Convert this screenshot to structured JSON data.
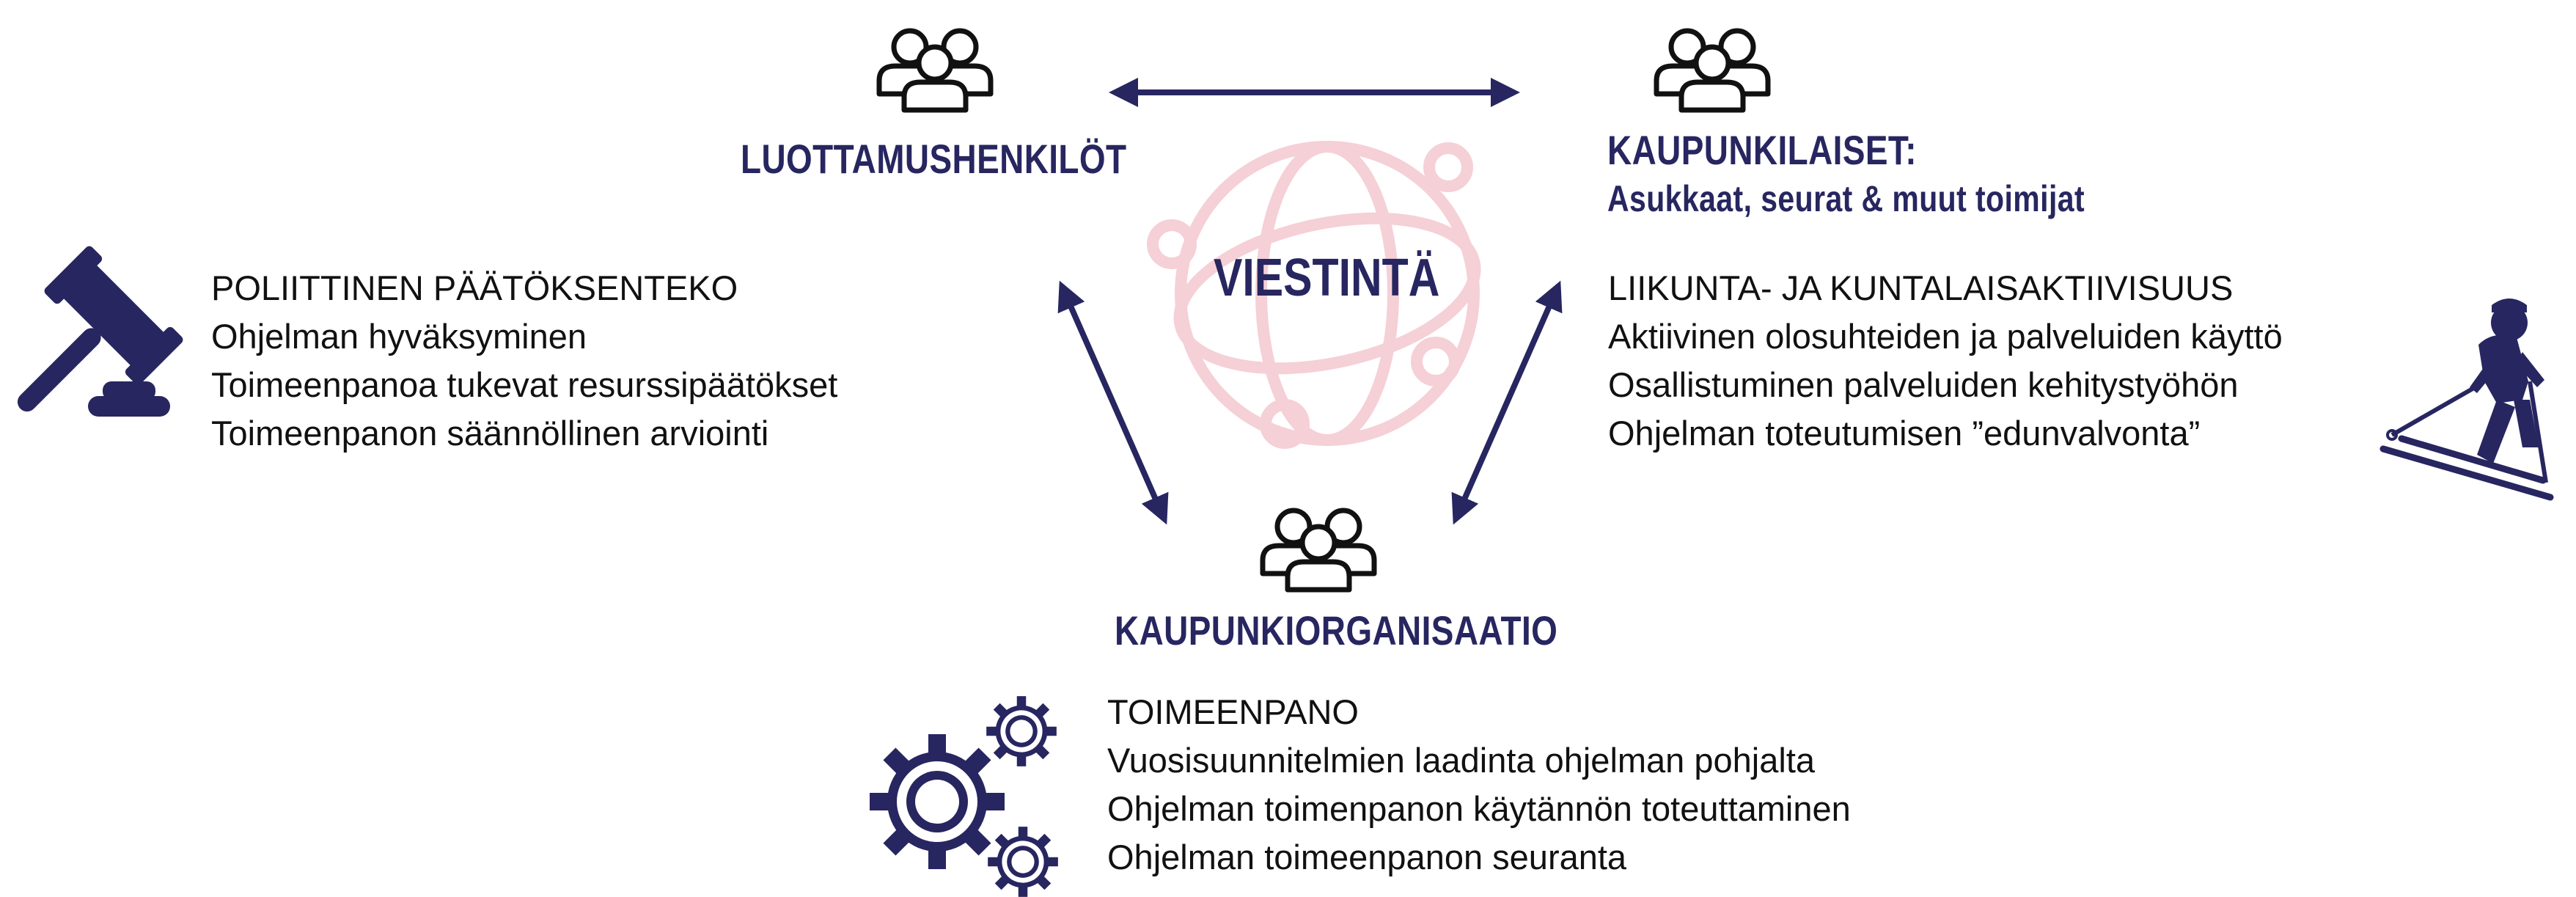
{
  "colors": {
    "accent": "#272660",
    "globe": "#f5d0d6",
    "text": "#111111"
  },
  "center": {
    "label": "VIESTINTÄ",
    "icon": "globe-network-icon"
  },
  "actors": {
    "elected_officials": {
      "title": "LUOTTAMUSHENKILÖT",
      "icon": "people-group-icon"
    },
    "residents": {
      "title": "KAUPUNKILAISET:",
      "subtitle": "Asukkaat, seurat & muut toimijat",
      "icon": "people-group-icon"
    },
    "city_organization": {
      "title": "KAUPUNKIORGANISAATIO",
      "icon": "people-group-icon"
    }
  },
  "blocks": {
    "political": {
      "icon": "gavel-icon",
      "lines": [
        "POLIITTINEN PÄÄTÖKSENTEKO",
        "Ohjelman hyväksyminen",
        "Toimeenpanoa tukevat resurssipäätökset",
        "Toimeenpanon säännöllinen arviointi"
      ]
    },
    "activity": {
      "icon": "skier-icon",
      "lines": [
        "LIIKUNTA- JA KUNTALAISAKTIIVISUUS",
        "Aktiivinen olosuhteiden ja palveluiden käyttö",
        "Osallistuminen palveluiden kehitystyöhön",
        "Ohjelman toteutumisen ”edunvalvonta”"
      ]
    },
    "implementation": {
      "icon": "gears-icon",
      "lines": [
        "TOIMEENPANO",
        "Vuosisuunnitelmien laadinta ohjelman pohjalta",
        "Ohjelman toimenpanon käytännön toteuttaminen",
        "Ohjelman toimeenpanon seuranta"
      ]
    }
  }
}
